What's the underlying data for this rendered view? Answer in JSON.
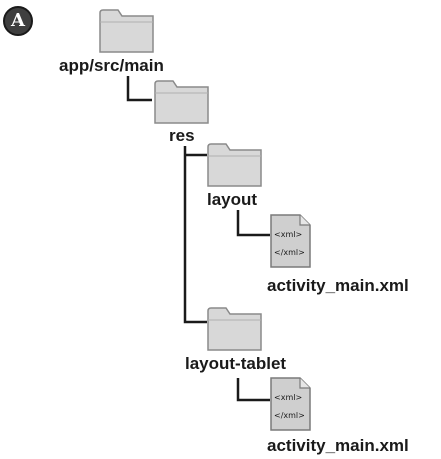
{
  "badge": {
    "text": "A"
  },
  "tree": {
    "root": {
      "label": "app/src/main",
      "icon": "folder-icon"
    },
    "res": {
      "label": "res",
      "icon": "folder-icon"
    },
    "layout": {
      "label": "layout",
      "icon": "folder-icon"
    },
    "layout_file": {
      "label": "activity_main.xml",
      "icon": "xml-file-icon",
      "tag_open": "<xml>",
      "tag_close": "</xml>"
    },
    "layout_tablet": {
      "label": "layout-tablet",
      "icon": "folder-icon"
    },
    "layout_tablet_file": {
      "label": "activity_main.xml",
      "icon": "xml-file-icon",
      "tag_open": "<xml>",
      "tag_close": "</xml>"
    }
  },
  "colors": {
    "folder_fill": "#d8d8d8",
    "folder_stroke": "#8a8a8a",
    "file_fill": "#cfcfcf",
    "line": "#1a1a1a",
    "text": "#1a1a1a"
  }
}
